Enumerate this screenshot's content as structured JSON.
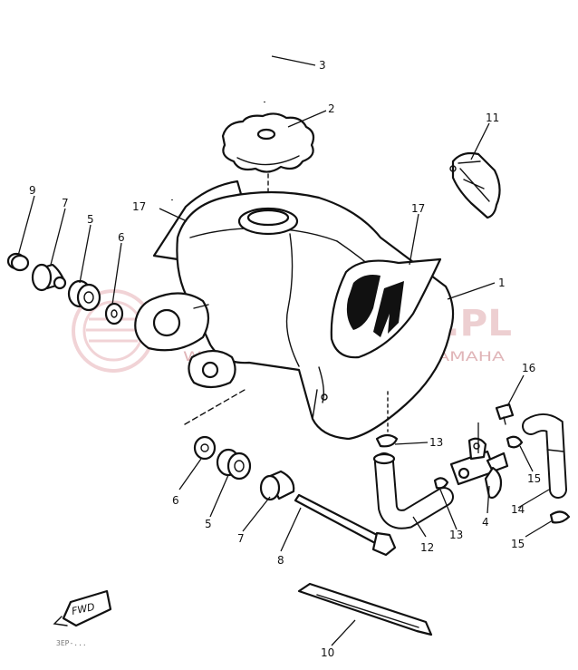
{
  "callouts": [
    {
      "id": "c1",
      "label": "1"
    },
    {
      "id": "c2",
      "label": "2"
    },
    {
      "id": "c3",
      "label": "3"
    },
    {
      "id": "c4",
      "label": "4"
    },
    {
      "id": "c5a",
      "label": "5"
    },
    {
      "id": "c5b",
      "label": "5"
    },
    {
      "id": "c6a",
      "label": "6"
    },
    {
      "id": "c6b",
      "label": "6"
    },
    {
      "id": "c7a",
      "label": "7"
    },
    {
      "id": "c7b",
      "label": "7"
    },
    {
      "id": "c8",
      "label": "8"
    },
    {
      "id": "c9",
      "label": "9"
    },
    {
      "id": "c10",
      "label": "10"
    },
    {
      "id": "c11",
      "label": "11"
    },
    {
      "id": "c12",
      "label": "12"
    },
    {
      "id": "c13a",
      "label": "13"
    },
    {
      "id": "c13b",
      "label": "13"
    },
    {
      "id": "c14",
      "label": "14"
    },
    {
      "id": "c15a",
      "label": "15"
    },
    {
      "id": "c15b",
      "label": "15"
    },
    {
      "id": "c16",
      "label": "16"
    },
    {
      "id": "c17a",
      "label": "17"
    },
    {
      "id": "c17b",
      "label": "17"
    }
  ],
  "watermark": {
    "title": "YAMA-SKLEP.PL",
    "subtitle": "WOJCIECHOWICZ DEALER YAMAHA",
    "color": "#e8bfc2"
  },
  "fwd_label": "FWD",
  "diagram_code": "3EP-..."
}
